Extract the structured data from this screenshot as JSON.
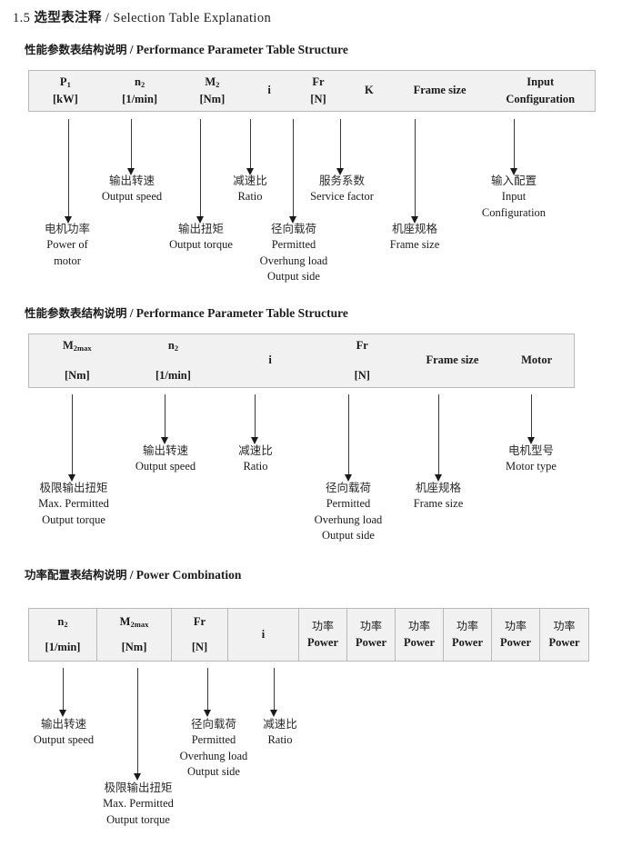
{
  "document": {
    "section_number": "1.5",
    "title_cn": "选型表注释",
    "title_sep": "/",
    "title_en": "Selection Table Explanation"
  },
  "sections": [
    {
      "heading_cn": "性能参数表结构说明",
      "heading_sep": "/",
      "heading_en": "Performance Parameter Table Structure",
      "table": {
        "columns": [
          {
            "line1": "P",
            "sub1": "1",
            "line2": "[kW]"
          },
          {
            "line1": "n",
            "sub1": "2",
            "line2": "[1/min]"
          },
          {
            "line1": "M",
            "sub1": "2",
            "line2": "[Nm]"
          },
          {
            "line1": "i",
            "sub1": "",
            "line2": ""
          },
          {
            "line1": "Fr",
            "sub1": "",
            "line2": "[N]"
          },
          {
            "line1": "K",
            "sub1": "",
            "line2": ""
          },
          {
            "line1": "Frame size",
            "sub1": "",
            "line2": ""
          },
          {
            "line1": "Input",
            "sub1": "",
            "line2": "Configuration"
          }
        ]
      },
      "callouts": [
        {
          "cn": "电机功率",
          "en": [
            "Power of",
            "motor"
          ]
        },
        {
          "cn": "输出转速",
          "en": [
            "Output speed"
          ]
        },
        {
          "cn": "输出扭矩",
          "en": [
            "Output torque"
          ]
        },
        {
          "cn": "减速比",
          "en": [
            "Ratio"
          ]
        },
        {
          "cn": "径向载荷",
          "en": [
            "Permitted",
            "Overhung load",
            "Output side"
          ]
        },
        {
          "cn": "服务系数",
          "en": [
            "Service factor"
          ]
        },
        {
          "cn": "机座规格",
          "en": [
            "Frame size"
          ]
        },
        {
          "cn": "输入配置",
          "en": [
            "Input",
            "Configuration"
          ]
        }
      ]
    },
    {
      "heading_cn": "性能参数表结构说明",
      "heading_sep": "/",
      "heading_en": "Performance Parameter Table Structure",
      "table": {
        "columns": [
          {
            "line1": "M",
            "sub1": "2max",
            "line2": "[Nm]"
          },
          {
            "line1": "n",
            "sub1": "2",
            "line2": "[1/min]"
          },
          {
            "line1": "i",
            "sub1": "",
            "line2": ""
          },
          {
            "line1": "Fr",
            "sub1": "",
            "line2": "[N]"
          },
          {
            "line1": "Frame size",
            "sub1": "",
            "line2": ""
          },
          {
            "line1": "Motor",
            "sub1": "",
            "line2": ""
          }
        ]
      },
      "callouts": [
        {
          "cn": "极限输出扭矩",
          "en": [
            "Max. Permitted",
            "Output  torque"
          ]
        },
        {
          "cn": "输出转速",
          "en": [
            "Output speed"
          ]
        },
        {
          "cn": "减速比",
          "en": [
            "Ratio"
          ]
        },
        {
          "cn": "径向载荷",
          "en": [
            "Permitted",
            "Overhung load",
            "Output side"
          ]
        },
        {
          "cn": "机座规格",
          "en": [
            "Frame size"
          ]
        },
        {
          "cn": "电机型号",
          "en": [
            "Motor type"
          ]
        }
      ]
    },
    {
      "heading_cn": "功率配置表结构说明",
      "heading_sep": "/",
      "heading_en": "Power Combination",
      "table": {
        "columns": [
          {
            "line1": "n",
            "sub1": "2",
            "line2": "[1/min]"
          },
          {
            "line1": "M",
            "sub1": "2max",
            "line2": "[Nm]"
          },
          {
            "line1": "Fr",
            "sub1": "",
            "line2": "[N]"
          },
          {
            "line1": "i",
            "sub1": "",
            "line2": ""
          },
          {
            "line1": "功率",
            "sub1": "",
            "line2": "Power",
            "cn_line1": true
          },
          {
            "line1": "功率",
            "sub1": "",
            "line2": "Power",
            "cn_line1": true
          },
          {
            "line1": "功率",
            "sub1": "",
            "line2": "Power",
            "cn_line1": true
          },
          {
            "line1": "功率",
            "sub1": "",
            "line2": "Power",
            "cn_line1": true
          },
          {
            "line1": "功率",
            "sub1": "",
            "line2": "Power",
            "cn_line1": true
          },
          {
            "line1": "功率",
            "sub1": "",
            "line2": "Power",
            "cn_line1": true
          }
        ]
      },
      "callouts": [
        {
          "cn": "输出转速",
          "en": [
            "Output speed"
          ]
        },
        {
          "cn": "极限输出扭矩",
          "en": [
            "Max. Permitted",
            "Output  torque"
          ]
        },
        {
          "cn": "径向载荷",
          "en": [
            "Permitted",
            "Overhung load",
            "Output side"
          ]
        },
        {
          "cn": "减速比",
          "en": [
            "Ratio"
          ]
        }
      ]
    }
  ],
  "colors": {
    "table_fill": "#f1f1f1",
    "table_border": "#b9b9b9",
    "text": "#1a1a1a",
    "arrow": "#3a3a3a"
  }
}
